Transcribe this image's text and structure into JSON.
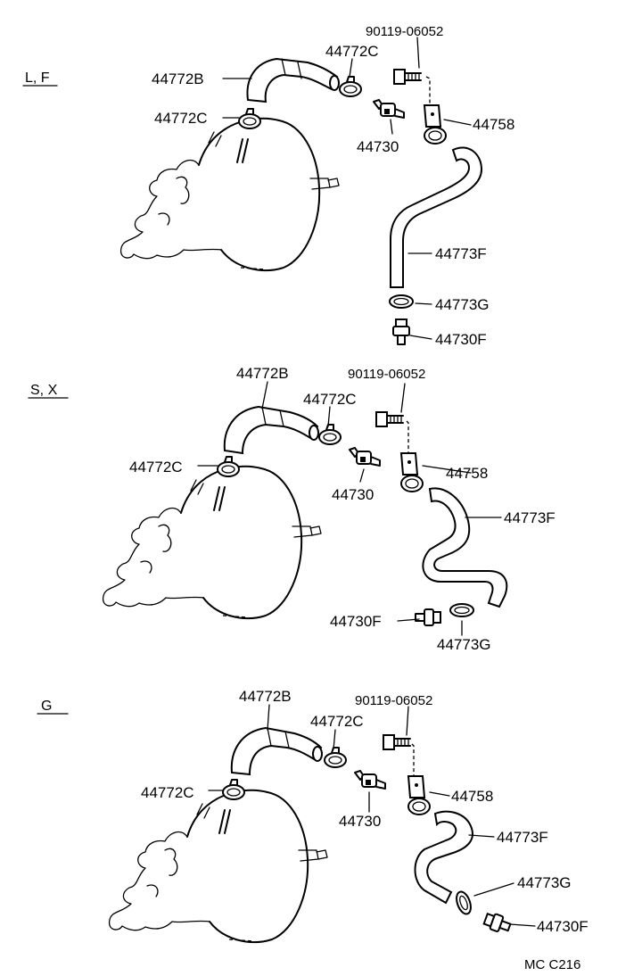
{
  "sections": [
    {
      "id": "lf",
      "heading": "L, F",
      "labels": {
        "bolt": "90119-06052",
        "hose_upper": "44772B",
        "clamp_c_right": "44772C",
        "clamp_c_left": "44772C",
        "valve": "44730",
        "bracket": "44758",
        "hose_lower": "44773F",
        "clamp_g": "44773G",
        "valve_f": "44730F"
      }
    },
    {
      "id": "sx",
      "heading": "S, X",
      "labels": {
        "hose_upper": "44772B",
        "bolt": "90119-06052",
        "clamp_c_right": "44772C",
        "clamp_c_left": "44772C",
        "bracket": "44758",
        "valve": "44730",
        "hose_lower": "44773F",
        "valve_f": "44730F",
        "clamp_g": "44773G"
      }
    },
    {
      "id": "g",
      "heading": "G",
      "labels": {
        "hose_upper": "44772B",
        "bolt": "90119-06052",
        "clamp_c_right": "44772C",
        "clamp_c_left": "44772C",
        "bracket": "44758",
        "valve": "44730",
        "hose_lower": "44773F",
        "clamp_g": "44773G",
        "valve_f": "44730F"
      }
    }
  ],
  "footer_code": "MC C216"
}
